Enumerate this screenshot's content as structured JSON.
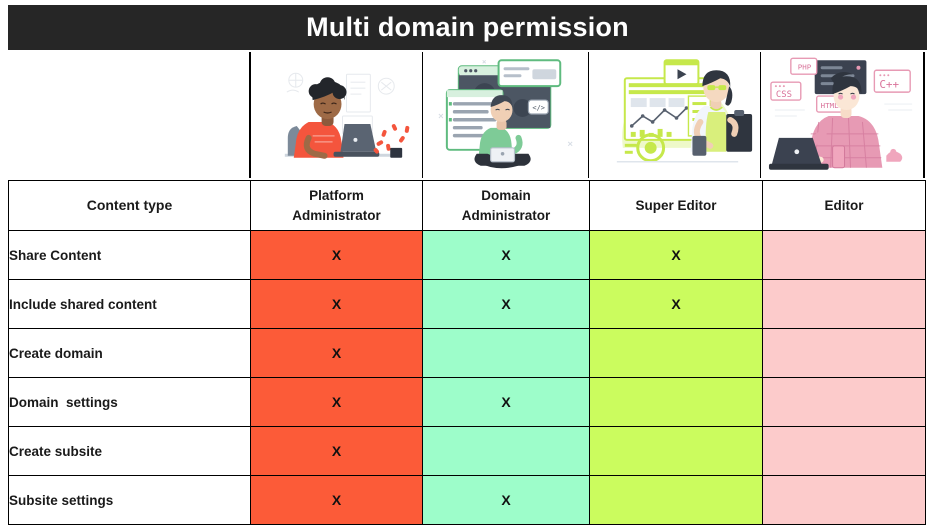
{
  "title": "Multi domain permission",
  "colors": {
    "title_bar": "#262626",
    "platform_administrator": "#FC5B38",
    "domain_administrator": "#9DFDCA",
    "super_editor": "#CBFC5E",
    "editor": "#FCCBCB"
  },
  "illustrations": [
    {
      "name": "illustration-platform-administrator",
      "description": "Person with curly hair in red shirt working at a laptop",
      "accent": "#F4553D"
    },
    {
      "name": "illustration-domain-administrator",
      "description": "Person in green sweater sitting cross-legged with a laptop in front of browser windows",
      "accent": "#5FBB7F"
    },
    {
      "name": "illustration-super-editor",
      "description": "Woman holding a clipboard in front of an analytics dashboard with charts",
      "accent": "#C6E84B"
    },
    {
      "name": "illustration-editor",
      "description": "Developer at a laptop surrounded by code language tags",
      "accent": "#E79AB4",
      "code_tags": [
        "PHP",
        "CSS",
        "HTML",
        "C++"
      ]
    }
  ],
  "table": {
    "headers": {
      "label": "Content type",
      "columns": [
        "Platform\nAdministrator",
        "Domain\nAdministrator",
        "Super Editor",
        "Editor"
      ]
    },
    "mark": "X",
    "rows": [
      {
        "label": "Share Content",
        "marks": [
          "X",
          "X",
          "X",
          ""
        ]
      },
      {
        "label": "Include shared content",
        "marks": [
          "X",
          "X",
          "X",
          ""
        ]
      },
      {
        "label": "Create domain",
        "marks": [
          "X",
          "",
          "",
          ""
        ]
      },
      {
        "label": "Domain  settings",
        "marks": [
          "X",
          "X",
          "",
          ""
        ]
      },
      {
        "label": "Create subsite",
        "marks": [
          "X",
          "",
          "",
          ""
        ]
      },
      {
        "label": "Subsite settings",
        "marks": [
          "X",
          "X",
          "",
          ""
        ]
      }
    ]
  },
  "chart_data": {
    "type": "table",
    "title": "Multi domain permission",
    "categories": [
      "Platform Administrator",
      "Domain Administrator",
      "Super Editor",
      "Editor"
    ],
    "rows": [
      "Share Content",
      "Include shared content",
      "Create domain",
      "Domain  settings",
      "Create subsite",
      "Subsite settings"
    ],
    "matrix": [
      [
        1,
        1,
        1,
        0
      ],
      [
        1,
        1,
        1,
        0
      ],
      [
        1,
        0,
        0,
        0
      ],
      [
        1,
        1,
        0,
        0
      ],
      [
        1,
        0,
        0,
        0
      ],
      [
        1,
        1,
        0,
        0
      ]
    ]
  }
}
